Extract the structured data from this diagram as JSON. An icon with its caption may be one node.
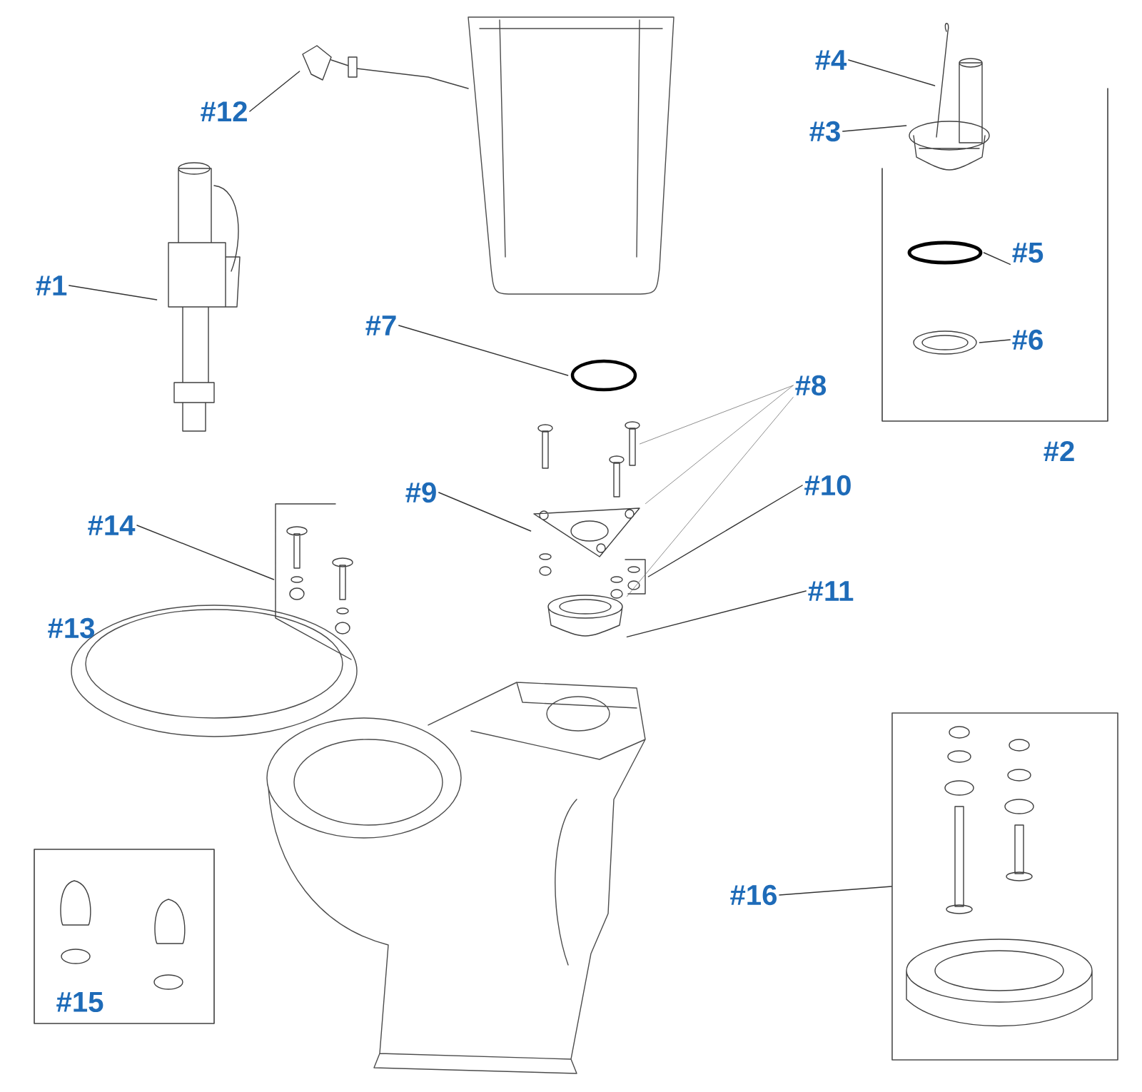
{
  "diagram": {
    "nodes": [
      {
        "text": [
          "#12"
        ]
      },
      {
        "text": [],
        "shape": "picture"
      },
      {
        "text": [
          "#4"
        ]
      },
      {
        "text": [
          "#3"
        ]
      },
      {
        "text": [
          "#2"
        ]
      },
      {
        "text": [],
        "shape": "picture"
      },
      {
        "text": [],
        "shape": "picture"
      },
      {
        "text": [
          "#5"
        ],
        "in": 4
      },
      {
        "text": [],
        "shape": "ring",
        "in": 4
      },
      {
        "text": [
          "#6"
        ],
        "in": 4
      },
      {
        "text": [],
        "shape": "ring",
        "in": 4
      },
      {
        "text": [
          "#1"
        ]
      },
      {
        "text": [],
        "shape": "picture"
      },
      {
        "text": [
          "#7"
        ]
      },
      {
        "text": [],
        "shape": "ring"
      },
      {
        "text": [
          "#8"
        ]
      },
      {
        "text": [],
        "shape": "picture"
      },
      {
        "text": [
          "#14"
        ]
      },
      {
        "text": [],
        "shape": "picture"
      },
      {
        "text": [
          "#9"
        ]
      },
      {
        "text": [],
        "shape": "picture"
      },
      {
        "text": [
          "#10"
        ]
      },
      {
        "text": [],
        "shape": "picture"
      },
      {
        "text": [
          "#11"
        ]
      },
      {
        "text": [],
        "shape": "picture"
      },
      {
        "text": [
          "#16"
        ]
      },
      {
        "text": [],
        "shape": "box"
      },
      {
        "text": [
          "#15"
        ]
      }
    ],
    "edges": [
      {
        "from": 0,
        "to": 1,
        "arrow": "none"
      },
      {
        "from": 2,
        "to": 5,
        "arrow": "none"
      },
      {
        "from": 3,
        "to": 6,
        "arrow": "none"
      },
      {
        "from": 7,
        "to": 8,
        "arrow": "none"
      },
      {
        "from": 9,
        "to": 10,
        "arrow": "none"
      },
      {
        "from": 11,
        "to": 12,
        "arrow": "none"
      },
      {
        "from": 13,
        "to": 14,
        "arrow": "none"
      },
      {
        "from": 15,
        "to": 16,
        "arrow": "none"
      },
      {
        "from": 15,
        "to": 20,
        "arrow": "none"
      },
      {
        "from": 15,
        "to": 24,
        "arrow": "none"
      },
      {
        "from": 17,
        "to": 18,
        "arrow": "none"
      },
      {
        "from": 19,
        "to": 20,
        "arrow": "none"
      },
      {
        "from": 21,
        "to": 22,
        "arrow": "none"
      },
      {
        "from": 23,
        "to": 24,
        "arrow": "none"
      },
      {
        "from": 25,
        "to": 26,
        "arrow": "none"
      }
    ],
    "labels": [
      "#13"
    ]
  }
}
